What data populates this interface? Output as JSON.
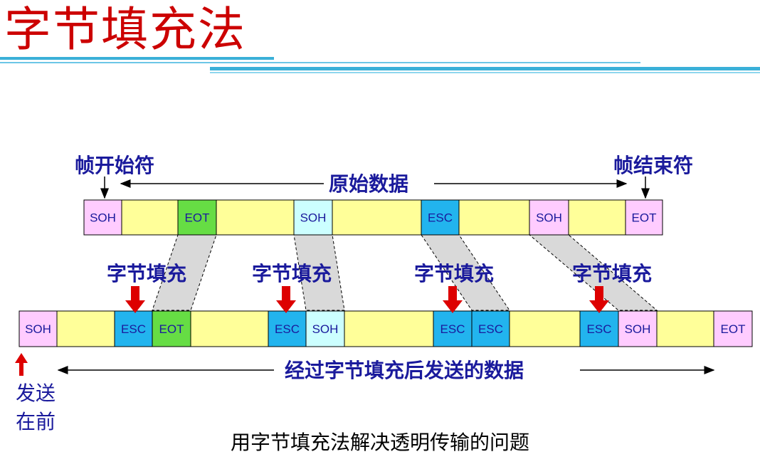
{
  "title": "字节填充法",
  "labels": {
    "frame_start": "帧开始符",
    "frame_end": "帧结束符",
    "original_data": "原始数据",
    "byte_stuffing": "字节填充",
    "sent_data": "经过字节填充后发送的数据",
    "send_first_line1": "发送",
    "send_first_line2": "在前"
  },
  "caption": "用字节填充法解决透明传输的问题",
  "colors": {
    "title": "#cc0000",
    "label": "#1a1a9c",
    "soh": "#ffccff",
    "data": "#ffff99",
    "eot": "#66dd44",
    "esc": "#22b4ee",
    "soh_light": "#ccffff",
    "arrow_red": "#dd0000"
  },
  "top_row": [
    {
      "kind": "SOH",
      "text": "SOH"
    },
    {
      "kind": "data",
      "text": ""
    },
    {
      "kind": "EOT",
      "text": "EOT"
    },
    {
      "kind": "data",
      "text": ""
    },
    {
      "kind": "SOH2",
      "text": "SOH"
    },
    {
      "kind": "data",
      "text": ""
    },
    {
      "kind": "ESC",
      "text": "ESC"
    },
    {
      "kind": "data",
      "text": ""
    },
    {
      "kind": "SOH",
      "text": "SOH"
    },
    {
      "kind": "data",
      "text": ""
    },
    {
      "kind": "EOTend",
      "text": "EOT"
    }
  ],
  "bottom_row": [
    {
      "kind": "SOH",
      "text": "SOH"
    },
    {
      "kind": "data",
      "text": ""
    },
    {
      "kind": "ESC",
      "text": "ESC"
    },
    {
      "kind": "EOT",
      "text": "EOT"
    },
    {
      "kind": "data",
      "text": ""
    },
    {
      "kind": "ESC",
      "text": "ESC"
    },
    {
      "kind": "SOH2",
      "text": "SOH"
    },
    {
      "kind": "data",
      "text": ""
    },
    {
      "kind": "ESC",
      "text": "ESC"
    },
    {
      "kind": "ESC",
      "text": "ESC"
    },
    {
      "kind": "data",
      "text": ""
    },
    {
      "kind": "ESC",
      "text": "ESC"
    },
    {
      "kind": "SOH",
      "text": "SOH"
    },
    {
      "kind": "data",
      "text": ""
    },
    {
      "kind": "EOTend",
      "text": "EOT"
    }
  ]
}
